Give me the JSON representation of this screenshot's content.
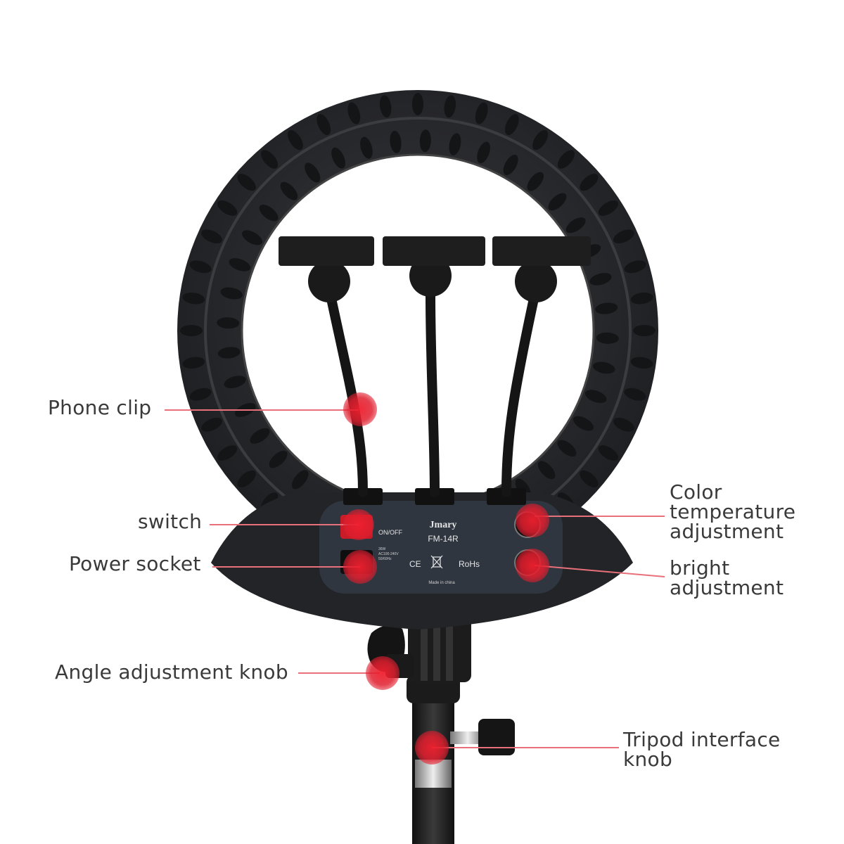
{
  "colors": {
    "ring": "#2a2b2e",
    "ring_dark": "#1a1b1d",
    "panel": "#2f3640",
    "callout": "#e01e2e",
    "line": "#e8707a",
    "text": "#3a3a3a"
  },
  "product": {
    "brand": "Jmary",
    "model": "FM-14R",
    "on_off": "ON/OFF",
    "spec_1": "36W",
    "spec_2": "AC100-240V",
    "spec_3": "50/60Hz",
    "ce": "CE",
    "rohs": "RoHs",
    "made_in": "Made in china"
  },
  "labels": {
    "phone_clip": "Phone clip",
    "switch": "switch",
    "power_socket": "Power socket",
    "color_temp": [
      "Color",
      "temperature",
      "adjustment"
    ],
    "bright": [
      "bright",
      "adjustment"
    ],
    "angle_knob": "Angle adjustment knob",
    "tripod_knob": [
      "Tripod interface",
      "knob"
    ]
  }
}
